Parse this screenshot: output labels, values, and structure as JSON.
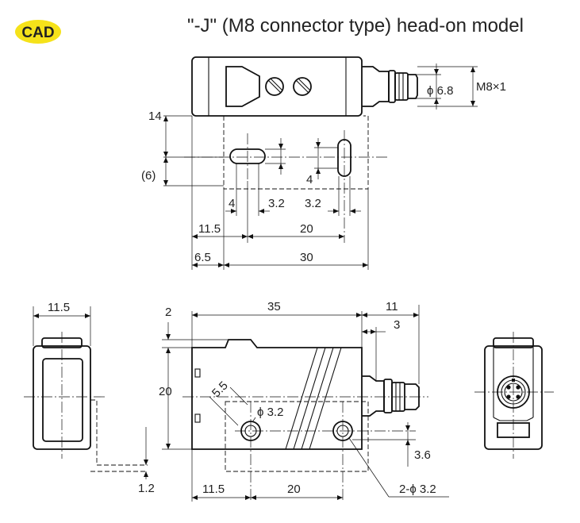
{
  "badge": {
    "label": "CAD",
    "color": "#f5e21a"
  },
  "title": "\"-J\" (M8 connector type) head-on model",
  "top_view": {
    "dims": {
      "d14": "14",
      "d6": "(6)",
      "d4a": "4",
      "d32a": "3.2",
      "d4b": "4",
      "d32b": "3.2",
      "d115": "11.5",
      "d20": "20",
      "d65": "6.5",
      "d30": "30",
      "phi68": "ϕ 6.8",
      "m8": "M8×1"
    }
  },
  "side_view": {
    "dims": {
      "d115": "11.5",
      "d12": "1.2"
    }
  },
  "front_view": {
    "dims": {
      "d35": "35",
      "d11": "11",
      "d2": "2",
      "d3": "3",
      "d20": "20",
      "d55": "5.5",
      "phi32": "ϕ 3.2",
      "d36": "3.6",
      "d115": "11.5",
      "d20b": "20",
      "holes": "2-ϕ 3.2"
    }
  },
  "end_view": {}
}
